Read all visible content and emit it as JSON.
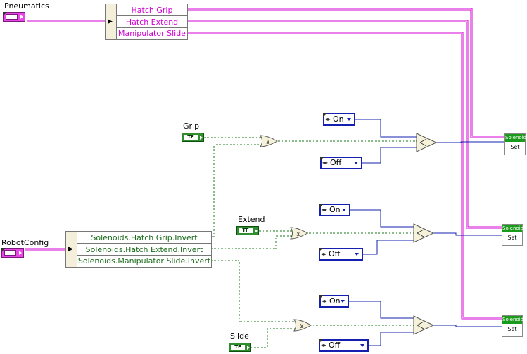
{
  "pneumatics": {
    "label": "Pneumatics",
    "fields": [
      "Hatch Grip",
      "Hatch Extend",
      "Manipulator Slide"
    ]
  },
  "robot_config": {
    "label": "RobotConfig",
    "fields": [
      "Solenoids.Hatch Grip.Invert",
      "Solenoids.Hatch Extend.Invert",
      "Solenoids.Manipulator Slide.Invert"
    ]
  },
  "controls": {
    "grip": "Grip",
    "extend": "Extend",
    "slide": "Slide",
    "bool_text": "TF"
  },
  "enums": [
    {
      "value": "On"
    },
    {
      "value": "Off"
    },
    {
      "value": "On"
    },
    {
      "value": "Off"
    },
    {
      "value": "On"
    },
    {
      "value": "Off"
    }
  ],
  "invoke": {
    "class_label": "Solenoid",
    "method_label": "Set"
  },
  "colors": {
    "refnum": "#d400d4",
    "boolean": "#1a7a1a",
    "enum": "#1520b0",
    "cluster_bg": "#f3efda"
  },
  "icons": [
    "unbundle-by-name-icon",
    "xor-function-icon",
    "select-function-icon",
    "solenoid-set-invoke-icon"
  ]
}
